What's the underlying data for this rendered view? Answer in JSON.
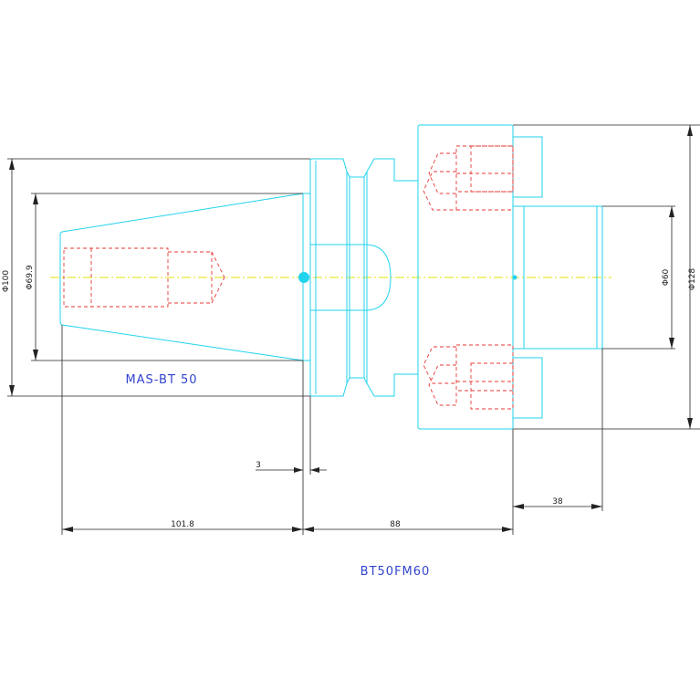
{
  "labels": {
    "shank": "MAS-BT 50",
    "part_number": "BT50FM60"
  },
  "dimensions": {
    "dia_flange": "Φ100",
    "dia_taper": "Φ69.9",
    "dia_body": "Φ128",
    "dia_pilot": "Φ60",
    "gap": "3",
    "taper_length": "101.8",
    "body_length": "88",
    "pilot_length": "38"
  },
  "colors": {
    "outline": "#22d3ee",
    "hidden": "#e53935",
    "centerline": "#e6e600",
    "dimension": "#222222",
    "label": "#3344cc"
  }
}
